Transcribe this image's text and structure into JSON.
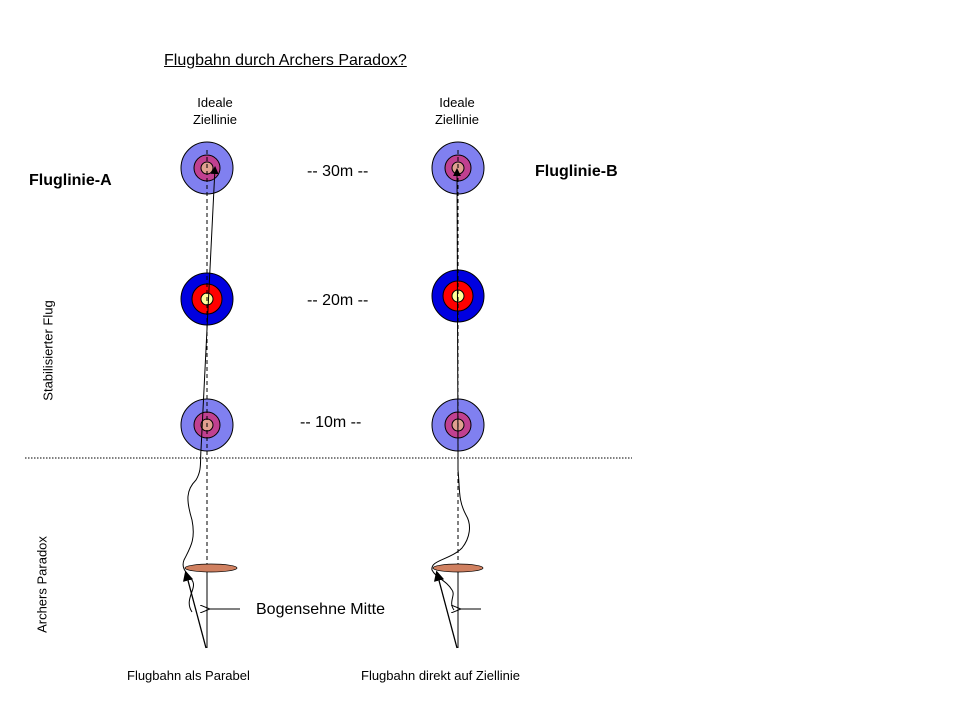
{
  "title": "Flugbahn durch Archers Paradox?",
  "ideal_line_a": [
    "Ideale",
    "Ziellinie"
  ],
  "ideal_line_b": [
    "Ideale",
    "Ziellinie"
  ],
  "line_a": "Fluglinie-A",
  "line_b": "Fluglinie-B",
  "distances": [
    "-- 30m --",
    "-- 20m --",
    "-- 10m --"
  ],
  "zone_stable": "Stabilisierter Flug",
  "zone_paradox": "Archers Paradox",
  "bowstring": "Bogensehne Mitte",
  "caption_a": "Flugbahn als Parabel",
  "caption_b": "Flugbahn direkt auf Ziellinie",
  "colors": {
    "outer_light": "#8080f0",
    "mid_light": "#c04090",
    "center_light": "#e0a090",
    "outer_dark": "#0000e0",
    "mid_dark": "#ff0000",
    "center_dark": "#ffff99",
    "rest": "#d08060"
  }
}
